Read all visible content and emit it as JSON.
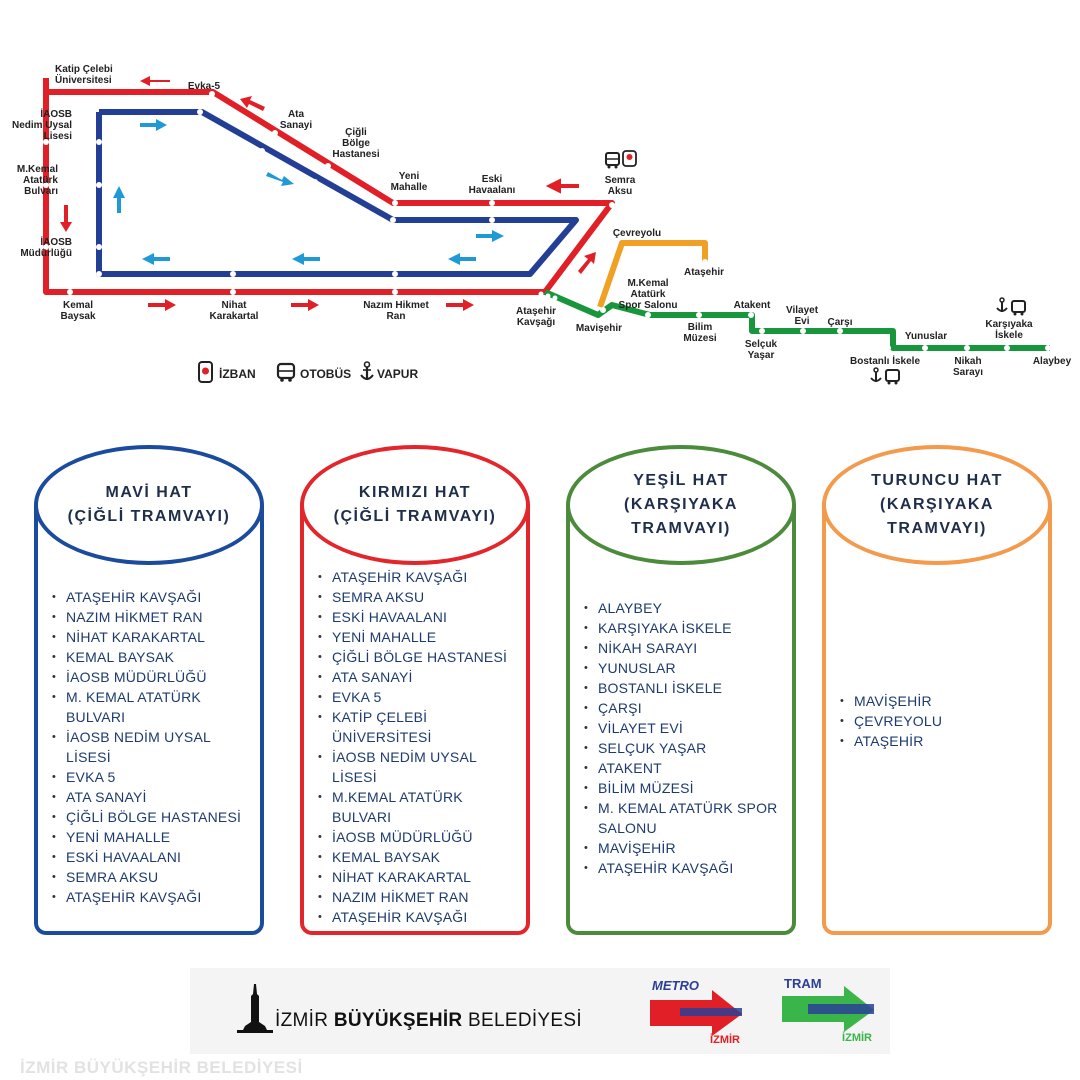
{
  "map": {
    "stations": {
      "katip_celebi": [
        "Katip Çelebi",
        "Üniversitesi"
      ],
      "iaosb_nedim": [
        "İAOSB",
        "Nedim Uysal",
        "Lisesi"
      ],
      "m_kemal_bulvari": [
        "M.Kemal",
        "Atatürk",
        "Bulvarı"
      ],
      "iaosb_mudurlugu": [
        "İAOSB",
        "Müdürlüğü"
      ],
      "kemal_baysak": [
        "Kemal",
        "Baysak"
      ],
      "evka5": [
        "Evka-5"
      ],
      "ata_sanayi": [
        "Ata",
        "Sanayi"
      ],
      "cigli_hastanesi": [
        "Çiğli",
        "Bölge",
        "Hastanesi"
      ],
      "yeni_mahalle": [
        "Yeni",
        "Mahalle"
      ],
      "eski_havaalani": [
        "Eski",
        "Havaalanı"
      ],
      "semra_aksu": [
        "Semra",
        "Aksu"
      ],
      "nihat_karakartal": [
        "Nihat",
        "Karakartal"
      ],
      "nazim_hikmet": [
        "Nazım Hikmet",
        "Ran"
      ],
      "atasehir_kavsagi": [
        "Ataşehir",
        "Kavşağı"
      ],
      "cevreyolu": [
        "Çevreyolu"
      ],
      "atasehir": [
        "Ataşehir"
      ],
      "mkemal_spor": [
        "M.Kemal",
        "Atatürk",
        "Spor Salonu"
      ],
      "mavisehir": [
        "Mavişehir"
      ],
      "bilim_muzesi": [
        "Bilim",
        "Müzesi"
      ],
      "atakent": [
        "Atakent"
      ],
      "selcuk_yasar": [
        "Selçuk",
        "Yaşar"
      ],
      "vilayet_evi": [
        "Vilayet",
        "Evi"
      ],
      "carsi": [
        "Çarşı"
      ],
      "bostanli_iskele": [
        "Bostanlı İskele"
      ],
      "yunuslar": [
        "Yunuslar"
      ],
      "nikah_sarayi": [
        "Nikah",
        "Sarayı"
      ],
      "karsiyaka_iskele": [
        "Karşıyaka",
        "İskele"
      ],
      "alaybey": [
        "Alaybey"
      ]
    },
    "legend": {
      "izban": "İZBAN",
      "otobus": "OTOBÜS",
      "vapur": "VAPUR"
    },
    "colors": {
      "red": "#e01f26",
      "blue": "#233e95",
      "green": "#17963b",
      "orange": "#f0a024",
      "arrow_blue": "#1f9ad6",
      "arrow_red": "#e01f26"
    }
  },
  "cards": {
    "mavi": {
      "title": [
        "MAVİ HAT",
        "(ÇİĞLİ TRAMVAYI)"
      ],
      "color": "#1a4b9c",
      "stops": [
        "ATAŞEHİR KAVŞAĞI",
        "NAZIM HİKMET RAN",
        "NİHAT KARAKARTAL",
        "KEMAL BAYSAK",
        "İAOSB MÜDÜRLÜĞÜ",
        "M. KEMAL ATATÜRK BULVARI",
        "İAOSB NEDİM UYSAL LİSESİ",
        "EVKA 5",
        "ATA SANAYİ",
        "ÇİĞLİ BÖLGE HASTANESİ",
        "YENİ MAHALLE",
        "ESKİ HAVAALANI",
        "SEMRA AKSU",
        "ATAŞEHİR KAVŞAĞI"
      ]
    },
    "kirmizi": {
      "title": [
        "KIRMIZI HAT",
        "(ÇİĞLİ TRAMVAYI)"
      ],
      "color": "#e3262b",
      "stops": [
        "ATAŞEHİR KAVŞAĞI",
        "SEMRA AKSU",
        "ESKİ HAVAALANI",
        "YENİ MAHALLE",
        "ÇİĞLİ BÖLGE HASTANESİ",
        "ATA SANAYİ",
        "EVKA 5",
        "KATİP ÇELEBİ ÜNİVERSİTESİ",
        "İAOSB NEDİM UYSAL LİSESİ",
        "M.KEMAL ATATÜRK BULVARI",
        "İAOSB MÜDÜRLÜĞÜ",
        "KEMAL BAYSAK",
        "NİHAT KARAKARTAL",
        "NAZIM HİKMET RAN",
        "ATAŞEHİR KAVŞAĞI"
      ]
    },
    "yesil": {
      "title": [
        "YEŞİL HAT",
        "(KARŞIYAKA",
        "TRAMVAYI)"
      ],
      "color": "#4b8b3b",
      "stops": [
        "ALAYBEY",
        "KARŞIYAKA İSKELE",
        "NİKAH SARAYI",
        "YUNUSLAR",
        "BOSTANLI İSKELE",
        "ÇARŞI",
        "VİLAYET EVİ",
        "SELÇUK YAŞAR",
        "ATAKENT",
        "BİLİM MÜZESİ",
        "M. KEMAL ATATÜRK SPOR SALONU",
        "MAVİŞEHİR",
        "ATAŞEHİR KAVŞAĞI"
      ]
    },
    "turuncu": {
      "title": [
        "TURUNCU HAT",
        "(KARŞIYAKA",
        "TRAMVAYI)"
      ],
      "color": "#f39a4d",
      "stops": [
        "MAVİŞEHİR",
        "ÇEVREYOLU",
        "ATAŞEHİR"
      ]
    }
  },
  "footer": {
    "izmir_prefix": "İZMİR",
    "izmir_bold": "BÜYÜKŞEHİR",
    "izmir_suffix": "BELEDİYESİ",
    "metro_label": "METRO",
    "metro_sub": "İZMİR",
    "tram_label": "TRAM",
    "tram_sub": "İZMİR",
    "watermark": "İZMİR BÜYÜKŞEHİR BELEDİYESİ"
  }
}
